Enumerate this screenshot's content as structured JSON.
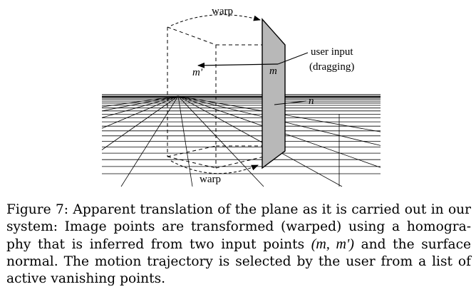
{
  "figure": {
    "labels": {
      "warp_top": "warp",
      "warp_bottom": "warp",
      "m": "m",
      "m_prime": "m'",
      "user_input": "user input",
      "dragging": "(dragging)",
      "n": "n"
    }
  },
  "caption": {
    "label": "Figure 7:",
    "lines": [
      "Apparent translation of the plane as it is carried out in our",
      "system: Image points are transformed (warped) using a homogra-",
      "phy that is inferred from two input points",
      "and the surface",
      "normal. The motion trajectory is selected by the user from a list of",
      "active vanishing points."
    ],
    "math": "(m, m')"
  }
}
